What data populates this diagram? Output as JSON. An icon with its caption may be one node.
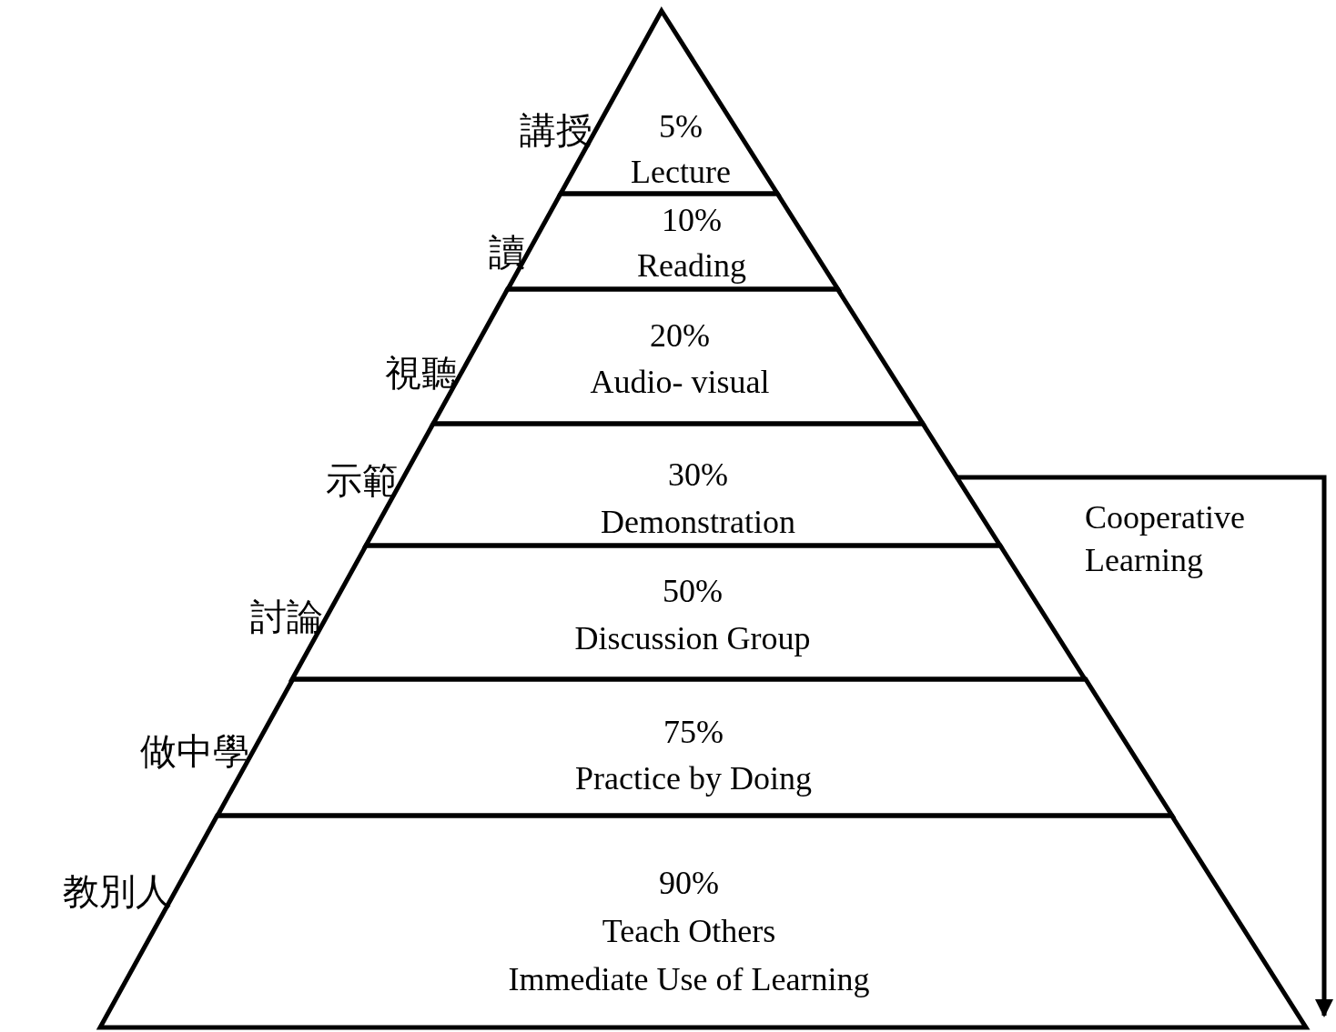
{
  "diagram": {
    "nodes": [
      {
        "text": [
          "5%",
          "Lecture"
        ],
        "beside": [
          "講授"
        ]
      },
      {
        "text": [
          "10%",
          "Reading"
        ],
        "beside": [
          "讀"
        ]
      },
      {
        "text": [
          "20%",
          "Audio- visual"
        ],
        "beside": [
          "視聽"
        ]
      },
      {
        "text": [
          "30%",
          "Demonstration"
        ],
        "beside": [
          "示範"
        ]
      },
      {
        "text": [
          "50%",
          "Discussion Group"
        ],
        "beside": [
          "討論"
        ]
      },
      {
        "text": [
          "75%",
          "Practice by Doing"
        ],
        "beside": [
          "做中學"
        ]
      },
      {
        "text": [
          "90%",
          "Teach Others",
          "Immediate Use of Learning"
        ],
        "beside": [
          "教別人"
        ]
      }
    ],
    "edges": [
      {
        "from": 3,
        "to": 6,
        "arrow": "to"
      }
    ],
    "labels": [
      "Cooperative Learning"
    ]
  }
}
